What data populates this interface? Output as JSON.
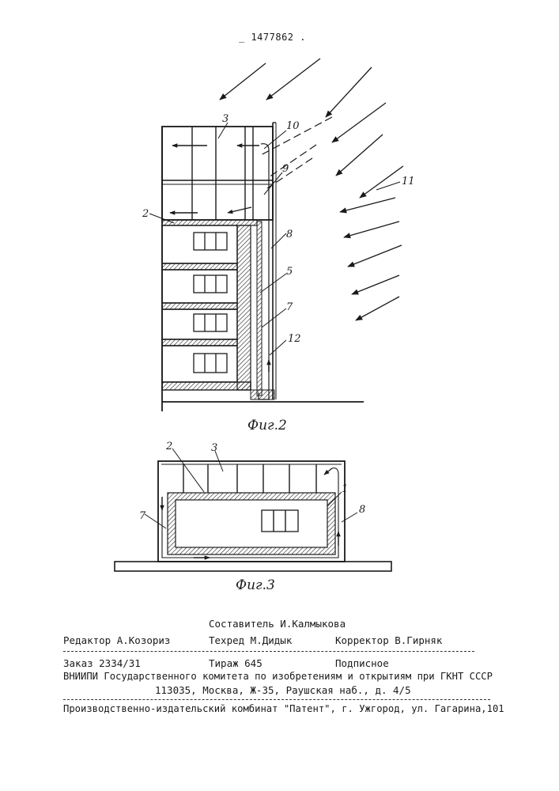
{
  "header": {
    "patent_number": "1477862"
  },
  "figures": {
    "fig2": {
      "caption": "Фиг.2",
      "labels": [
        "3",
        "10",
        "9",
        "11",
        "2",
        "8",
        "5",
        "7",
        "12"
      ]
    },
    "fig3": {
      "caption": "Фиг.3",
      "labels": [
        "2",
        "3",
        "1",
        "8",
        "7"
      ]
    }
  },
  "footer": {
    "compiler": "Составитель И.Калмыкова",
    "editor": "Редактор А.Козориз",
    "techred": "Техред М.Дидык",
    "corrector": "Корректор В.Гирняк",
    "order": "Заказ 2334/31",
    "circulation": "Тираж 645",
    "subscription": "Подписное",
    "institute": "ВНИИПИ Государственного комитета по изобретениям и открытиям при ГКНТ СССР",
    "address": "113035, Москва, Ж-35, Раушская наб., д. 4/5",
    "publisher": "Производственно-издательский комбинат \"Патент\", г. Ужгород, ул. Гагарина,101"
  }
}
